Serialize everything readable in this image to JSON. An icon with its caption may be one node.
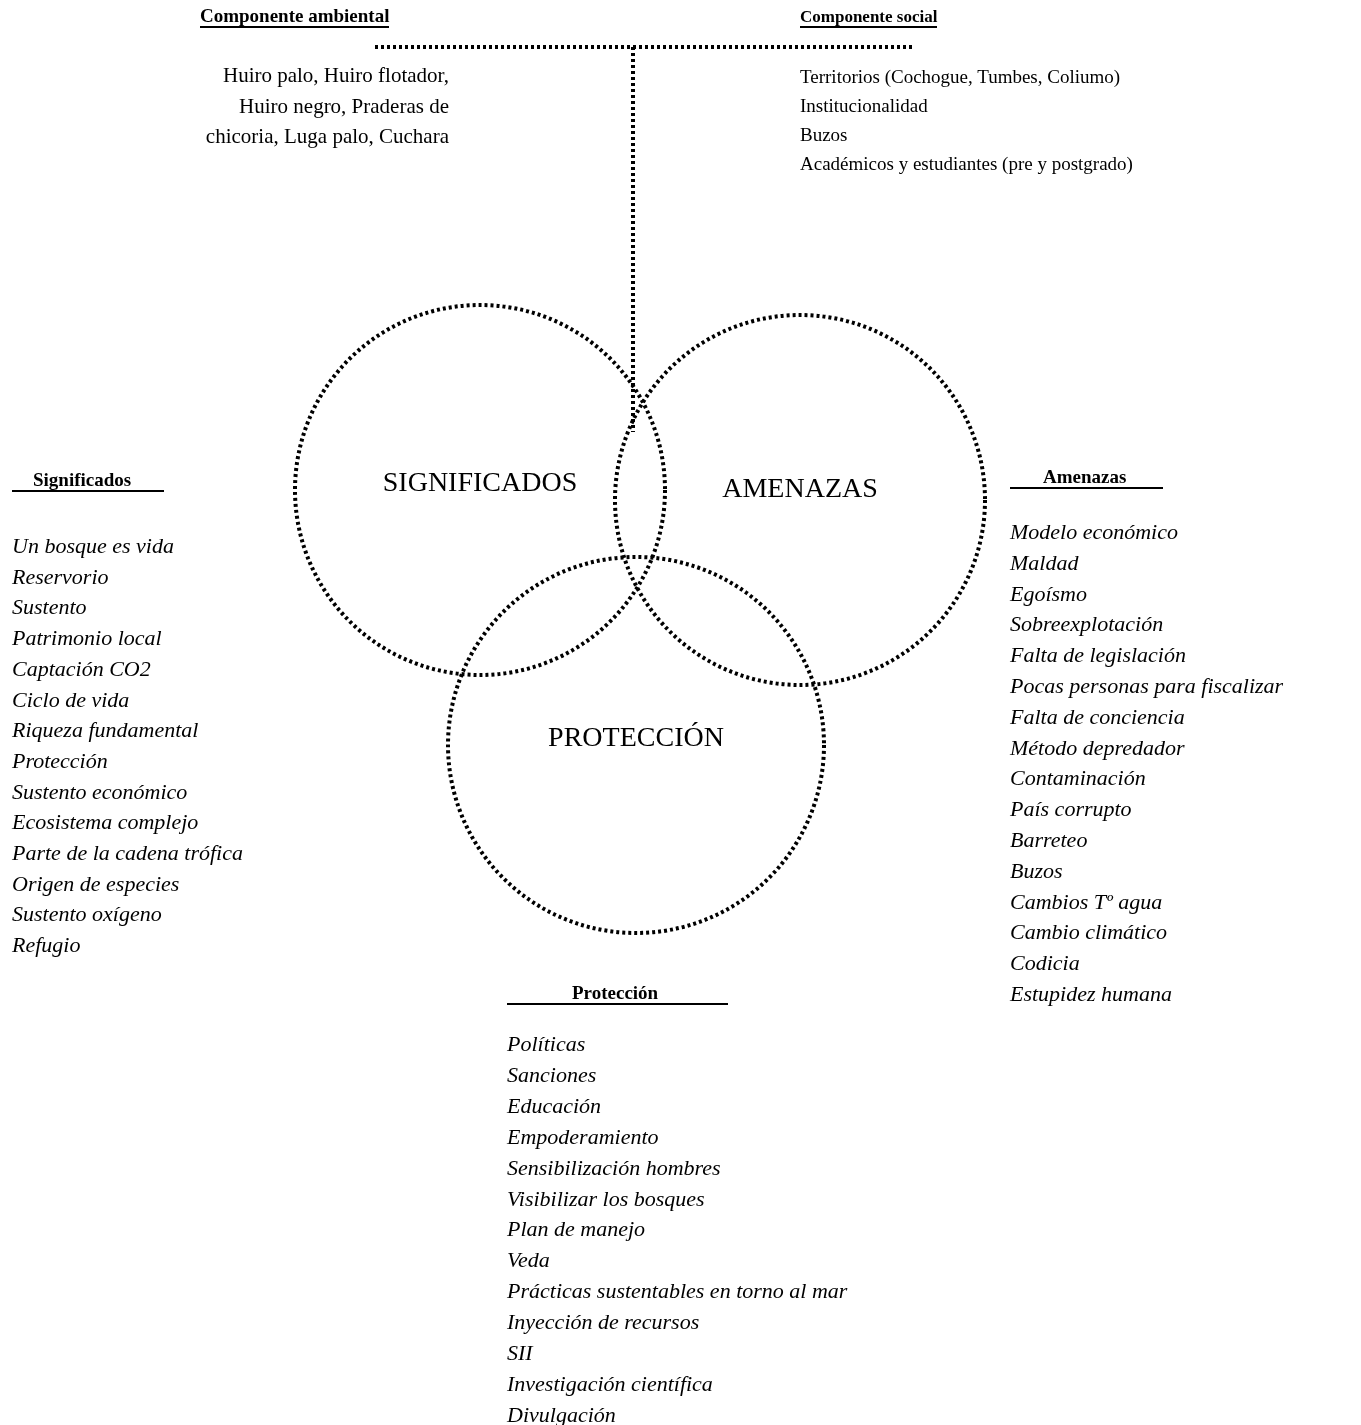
{
  "diagram": {
    "nodes": [
      {
        "text": [
          "SIGNIFICADOS"
        ]
      },
      {
        "text": [
          "AMENAZAS"
        ]
      },
      {
        "text": [
          "PROTECCIÓN"
        ]
      }
    ],
    "labels": [
      "Componente ambiental",
      "Componente social",
      "Huiro palo, Huiro flotador, Huiro negro, Praderas de chicoria, Luga palo, Cuchara",
      "Territorios (Cochogue, Tumbes, Coliumo)",
      "Institucionalidad",
      "Buzos",
      "Académicos y estudiantes (pre y postgrado)",
      "Significados",
      "Un bosque es vida",
      "Reservorio",
      "Sustento",
      "Patrimonio local",
      "Captación CO2",
      "Ciclo de vida",
      "Riqueza fundamental",
      "Protección",
      "Sustento económico",
      "Ecosistema complejo",
      "Parte de la cadena trófica",
      "Origen de especies",
      "Sustento oxígeno",
      "Refugio",
      "Amenazas",
      "Modelo económico",
      "Maldad",
      "Egoísmo",
      "Sobreexplotación",
      "Falta de legislación",
      "Pocas personas para fiscalizar",
      "Falta de conciencia",
      "Método depredador",
      "Contaminación",
      "País corrupto",
      "Barreteo",
      "Buzos",
      "Cambios Tº agua",
      "Cambio climático",
      "Codicia",
      "Estupidez humana",
      "Protección",
      "Políticas",
      "Sanciones",
      "Educación",
      "Empoderamiento",
      "Sensibilización hombres",
      "Visibilizar los bosques",
      "Plan de manejo",
      "Veda",
      "Prácticas sustentables en torno al mar",
      "Inyección de recursos",
      "SII",
      "Investigación científica",
      "Divulgación"
    ]
  }
}
